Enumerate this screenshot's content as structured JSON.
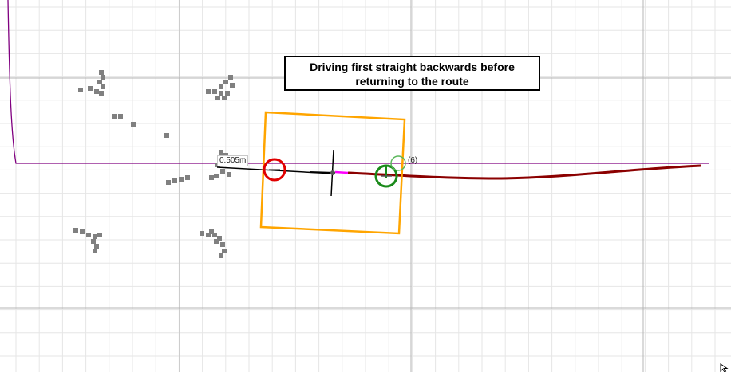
{
  "annotation": {
    "line1": "Driving first straight backwards before",
    "line2": "returning to the route"
  },
  "distance_label": "0.505m",
  "waypoint_label": "(6)",
  "colors": {
    "background": "#ffffff",
    "grid_minor": "#e6e6e6",
    "grid_major": "#b4b4b4",
    "route_line": "#800080",
    "planned_path": "#8b0000",
    "vehicle_footprint": "#ffa500",
    "start_marker": "#e00000",
    "goal_marker": "#1a8a1a",
    "waypoint_marker": "#5cb85c",
    "obstacle_points": "#808080",
    "heading_line": "#000000",
    "short_segment": "#ff00ff"
  },
  "icons": {
    "cursor": "mouse-pointer-icon"
  }
}
